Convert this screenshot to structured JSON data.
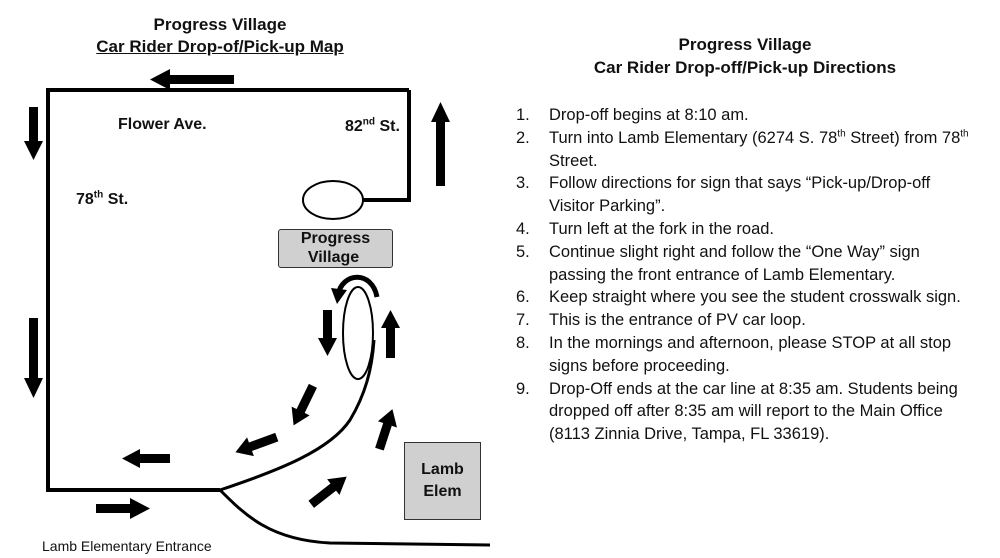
{
  "map": {
    "title_line1": "Progress Village",
    "title_line2": "Car Rider Drop-of/Pick-up Map",
    "flower_ave": "Flower Ave.",
    "st82_num": "82",
    "st82_sup": "nd",
    "st82_tail": " St.",
    "st78_num": "78",
    "st78_sup": "th",
    "st78_tail": " St.",
    "progress_village_line1": "Progress",
    "progress_village_line2": "Village",
    "lamb_elem_line1": "Lamb",
    "lamb_elem_line2": "Elem",
    "entrance_label": "Lamb Elementary Entrance"
  },
  "directions": {
    "title_line1": "Progress Village",
    "title_line2": "Car Rider Drop-off/Pick-up Directions",
    "items": [
      {
        "num": "1.",
        "text": "Drop-off begins at 8:10 am."
      },
      {
        "num": "2.",
        "pre": "Turn into Lamb Elementary  (6274 S. 78",
        "sup": "th",
        "post": " Street) from 78",
        "sup2": "th",
        "post2": " Street."
      },
      {
        "num": "3.",
        "text": "Follow directions for sign that says “Pick-up/Drop-off Visitor Parking”."
      },
      {
        "num": "4.",
        "text": "Turn left at the fork in the road."
      },
      {
        "num": "5.",
        "text": "Continue slight right and follow the “One Way” sign passing the front entrance of Lamb Elementary."
      },
      {
        "num": "6.",
        "text": "Keep straight where you see the student crosswalk sign."
      },
      {
        "num": "7.",
        "text": "This is the entrance of PV car loop."
      },
      {
        "num": "8.",
        "text": "In the mornings and afternoon, please STOP at all stop signs before proceeding."
      },
      {
        "num": "9.",
        "text": "Drop-Off ends at the car line at 8:35 am. Students being dropped off after 8:35 am will report to the Main Office (8113 Zinnia Drive, Tampa, FL 33619)."
      }
    ]
  },
  "colors": {
    "road": "#000000",
    "box_fill": "#d0d0d0"
  },
  "icons": [
    "arrow-left-icon",
    "arrow-right-icon",
    "arrow-up-icon",
    "arrow-down-icon",
    "arrow-diagonal-icon",
    "curved-arrow-icon"
  ]
}
